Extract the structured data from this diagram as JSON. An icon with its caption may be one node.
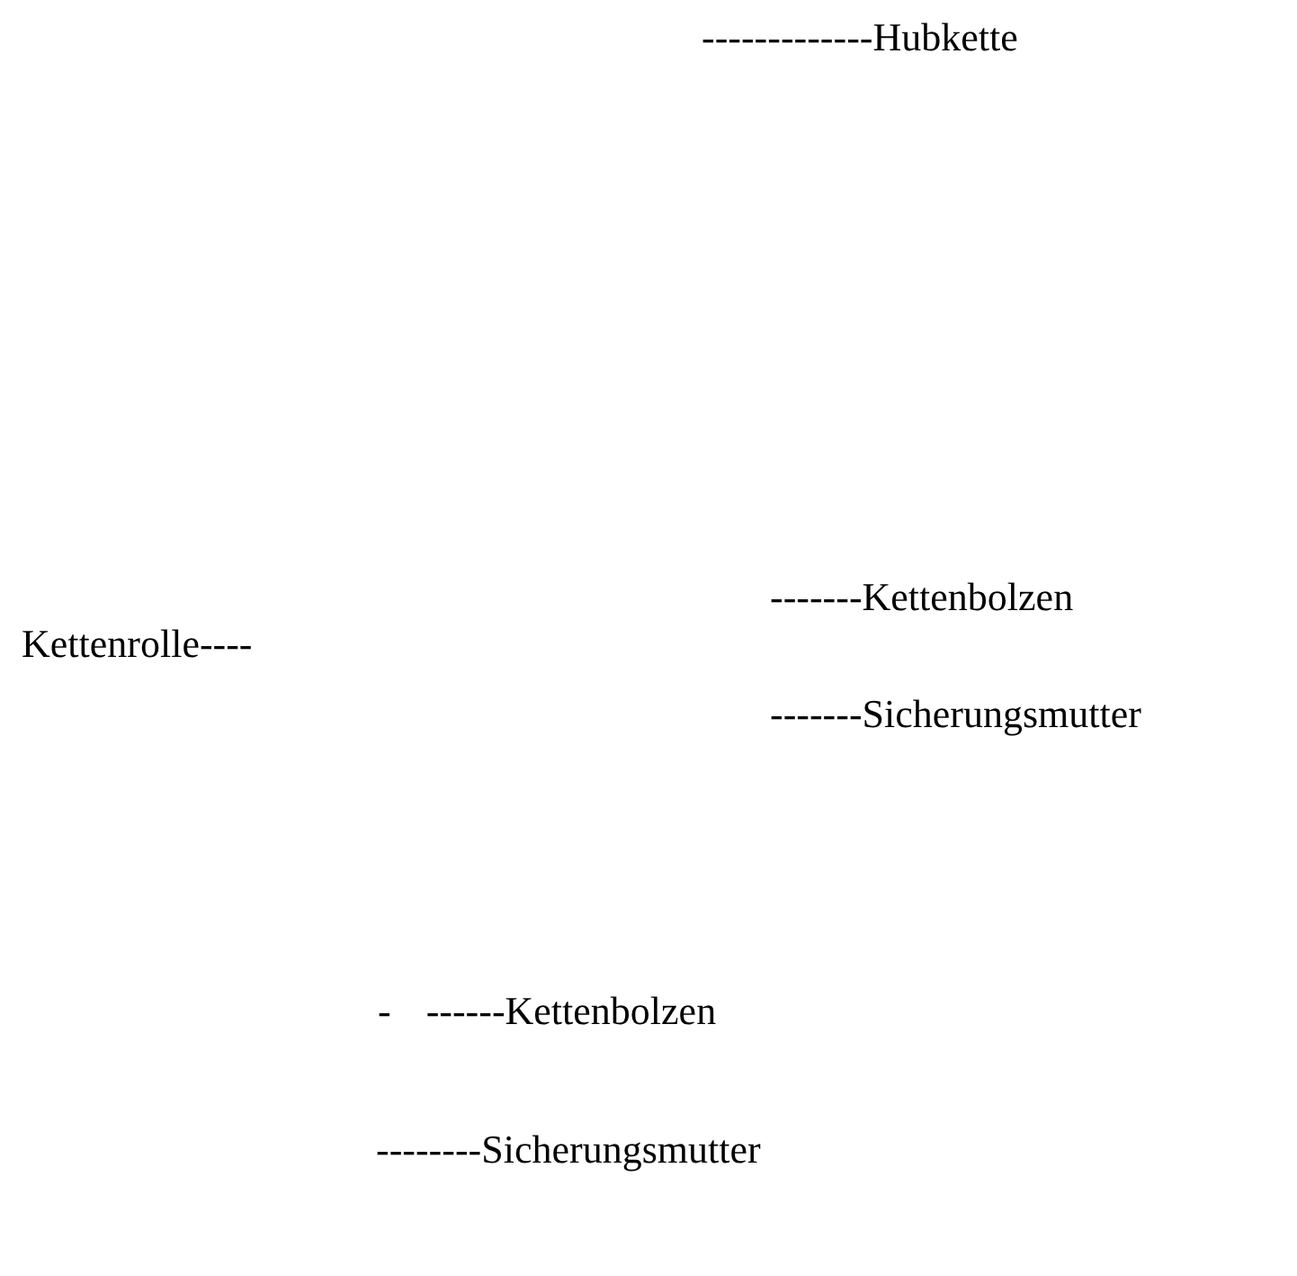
{
  "diagram": {
    "labels": [
      "-------------Hubkette",
      "-------Kettenbolzen",
      "Kettenrolle----",
      "-------Sicherungsmutter",
      "- ------Kettenbolzen",
      "--------Sicherungsmutter"
    ]
  }
}
